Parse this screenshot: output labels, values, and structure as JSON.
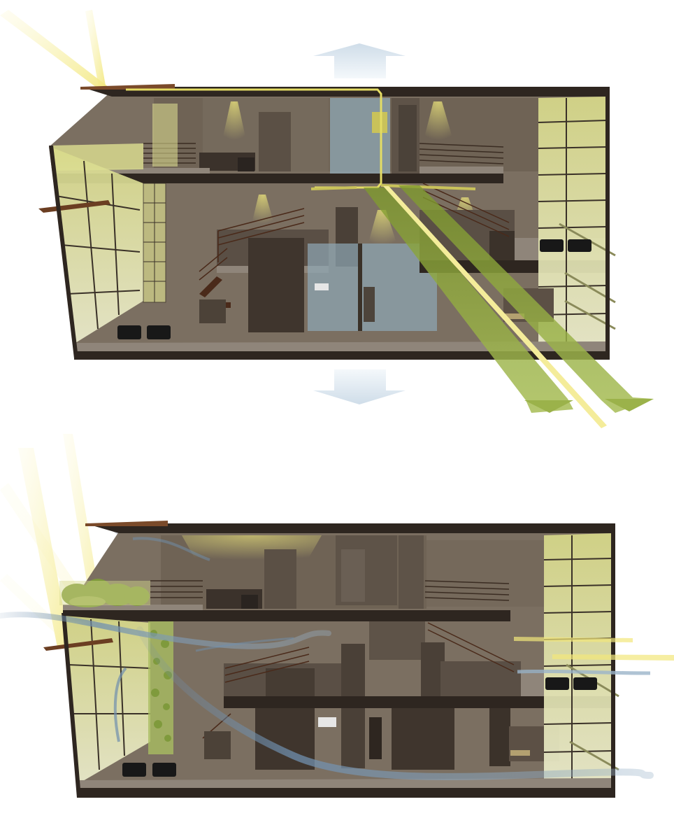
{
  "diagram": {
    "panels": [
      {
        "name": "top-section",
        "elements": [
          "sunlight-rays",
          "exhaust-arrow-up",
          "intake-arrow-down",
          "light-shaft-beams",
          "duct-line",
          "glass-curtain-wall",
          "stair",
          "lounge-chairs",
          "railings",
          "ceiling-lights"
        ]
      },
      {
        "name": "bottom-section",
        "elements": [
          "sunlight-rays",
          "roof-garden",
          "green-wall",
          "airflow-streams",
          "glass-curtain-wall",
          "stair",
          "lounge-chairs",
          "railings"
        ]
      }
    ],
    "colors": {
      "structure": "#2e2620",
      "interior_wall": "#6e6254",
      "interior_back": "#7d7163",
      "floor": "#8f857a",
      "glass": "#d7d99a",
      "glass_frame": "#3a3128",
      "sunlight": "#f4ec9a",
      "light_shaft": "#8ea636",
      "air_arrow": "#dce6ee",
      "airflow": "#6f8fae",
      "duct": "#e4dc64",
      "blue_glass": "#8fa8b6",
      "foliage": "#7f9a3c",
      "chair": "#181818",
      "railing": "#4a2a1a"
    }
  }
}
